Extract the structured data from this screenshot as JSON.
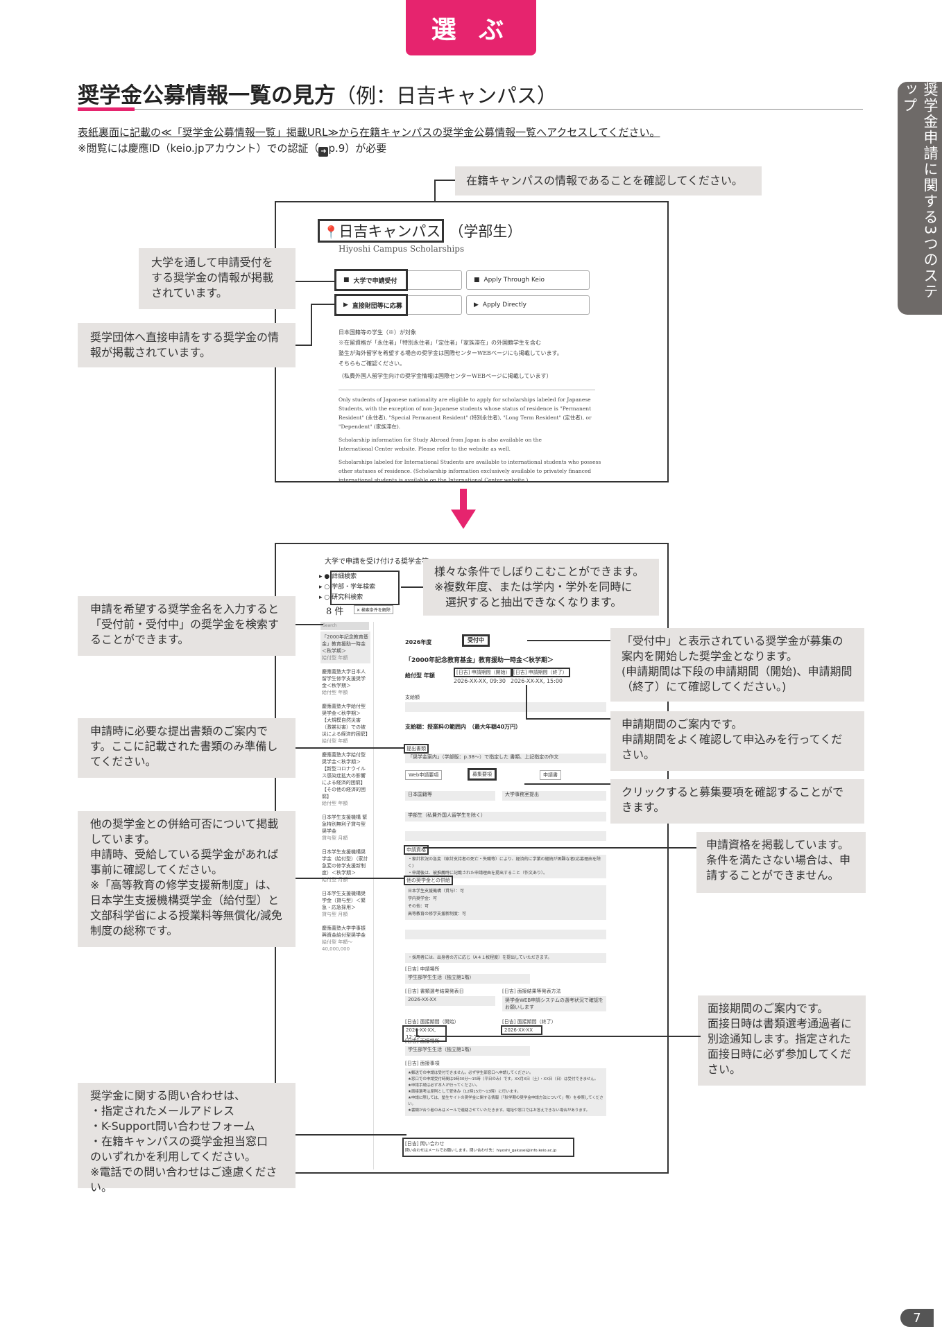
{
  "header": {
    "badge": "選 ぶ",
    "title": "奨学金公募情報一覧の見方",
    "title_sub": "（例：日吉キャンパス）",
    "side_tab": "奨学金申請に関する3つのステップ"
  },
  "intro": {
    "line1": "表紙裏面に記載の≪「奨学金公募情報一覧」掲載URL≫から在籍キャンパスの奨学金公募情報一覧へアクセスしてください。",
    "line2_pre": "※閲覧には慶應ID（keio.jpアカウント）での認証（",
    "line2_ref": "p.9）が必要"
  },
  "notes1": {
    "campus": "在籍キャンパスの情報であることを確認してください。",
    "university": "大学を通して申請受付をする奨学金の情報が掲載されています。",
    "direct": "奨学団体へ直接申請をする奨学金の情報が掲載されています。"
  },
  "screen1": {
    "campus_name": "日吉キャンパス",
    "campus_suffix": "（学部生）",
    "campus_en": "Hiyoshi Campus Scholarships",
    "btn_univ": "大学で申請受付",
    "btn_univ_en": "Apply Through Keio",
    "btn_direct": "直接財団等に応募",
    "btn_direct_en": "Apply Directly",
    "jp_lines": [
      "日本国籍等の学生（※）が対象",
      "※在留資格が「永住者」「特別永住者」「定住者」「家族滞在」の外国籍学生を含む",
      "塾生が海外留学を希望する場合の奨学金は国際センターWEBページにも掲載しています。",
      "そちらもご確認ください。",
      "（私費外国人留学生向けの奨学金情報は国際センターWEBページに掲載しています）"
    ],
    "en_lines": [
      "Only students of Japanese nationality are eligible to apply for scholarships labeled for Japanese",
      "Students, with the exception of non-Japanese students whose status of residence is \"Permanent",
      "Resident\" (永住者), \"Special Permanent Resident\" (特別永住者), \"Long Term Resident\" (定住者), or",
      "\"Dependent\" (家族滞在).",
      "Scholarship information for Study Abroad from Japan is also available on the",
      "International Center website. Please refer to the website as well.",
      "Scholarships labeled for International Students are available to international students who possess",
      "other statuses of residence. (Scholarship information exclusively available to privately financed",
      "international students is available on the International Center website.)"
    ]
  },
  "notes2": {
    "filter": "様々な条件でしぼりこむことができます。\n※複数年度、または学内・学外を同時に\n　選択すると抽出できなくなります。",
    "search": "申請を希望する奨学金名を入力すると「受付前・受付中」の奨学金を検索することができます。",
    "status": "「受付中」と表示されている奨学金が募集の案内を開始した奨学金となります。\n(申請期間は下段の申請期間（開始)、申請期間（終了）にて確認してください。)",
    "period": "申請期間のご案内です。\n申請期間をよく確認して申込みを行ってください。",
    "click": "クリックすると募集要項を確認することができます。",
    "docs": "申請時に必要な提出書類のご案内です。ここに記載された書類のみ準備してください。",
    "eligibility": "申請資格を掲載しています。\n条件を満たさない場合は、申請することができません。",
    "combine": "他の奨学金との併給可否について掲載しています。\n申請時、受給している奨学金があれば事前に確認してください。\n※「高等教育の修学支援新制度」は、日本学生支援機構奨学金（給付型）と文部科学省による授業料等無償化/減免制度の総称です。",
    "interview": "面接期間のご案内です。\n面接日時は書類選考通過者に別途通知します。指定された面接日時に必ず参加してください。",
    "contact": "奨学金に関する問い合わせは、\n・指定されたメールアドレス\n・K-Support問い合わせフォーム\n・在籍キャンパスの奨学金担当窓口\nのいずれかを利用してください。\n※電話での問い合わせはご遠慮ください。"
  },
  "screen2": {
    "heading": "大学で申請を受け付ける奨学金等",
    "filters": [
      "詳細検索",
      "学部・学年検索",
      "研究科検索"
    ],
    "count": "8 件",
    "clear": "✕ 検索条件を解除",
    "search_placeholder": "Search",
    "list": [
      {
        "name": "「2000年記念教育基金」教育援助一時金＜秋学期＞",
        "meta": "給付型 年額"
      },
      {
        "name": "慶應義塾大学日本人留学生修学支援奨学金＜秋学期＞",
        "meta": "給付型 年額"
      },
      {
        "name": "慶應義塾大学給付型奨学金＜秋学期＞【大規模自然災害（激甚災害）での被災による経済的困窮】",
        "meta": "給付型 年額"
      },
      {
        "name": "慶應義塾大学給付型奨学金＜秋学期＞【新型コロナウイルス感染症拡大の影響による経済的困窮】【その他の経済的困窮】",
        "meta": "給付型 年額"
      },
      {
        "name": "日本学生支援機構 緊急特別無利子貸与型奨学金",
        "meta": "貸与型 月額"
      },
      {
        "name": "日本学生支援機構奨学金（給付型）（家計急変の修学支援新制度）＜秋学期＞",
        "meta": "給付型 月額"
      },
      {
        "name": "日本学生支援機構奨学金（貸与型）＜緊急・応急採用＞",
        "meta": "貸与型 月額"
      },
      {
        "name": "慶應義塾大学学事振興資金給付型奨学金",
        "meta": "給付型 年額～40,000,000"
      }
    ],
    "detail": {
      "year": "2026年度",
      "status": "受付中",
      "name": "「2000年記念教育基金」教育援助一時金＜秋学期＞",
      "type": "給付型 年額",
      "start_label": "[日吉] 申請期間（開始）",
      "start": "2026-XX-XX, 09:30",
      "end_label": "[日吉] 申請期間（終了）",
      "end": "2026-XX-XX, 15:00",
      "amount_label": "支給額",
      "amount": "支給額：授業料の範囲内　（最大年額40万円）",
      "docs_label": "提出書類",
      "docs": "「奨学金案内」（学部版：p.38～）で指定した 書類、上記指定の作文",
      "web_btn": "Web申請要項",
      "guide_btn": "募集要項",
      "form_btn": "申請書",
      "target": "日本国籍等",
      "target2": "大学事務室提出",
      "target3": "学部生（私費外国人留学生を除く）",
      "elig_label": "申請資格",
      "elig1": "・家計状況の急変（家計支持者の死亡・失職等）により、経済的に学業の継続が困難な者(応募理由を除く)",
      "elig2": "・申請後は、被推薦時に記載された申請理由を提出すること（作文あり）。",
      "combine_label": "他の奨学金との併給",
      "combine_lines": [
        "日本学生支援機構（貸与）：可",
        "学内奨学金：可",
        "その他：可",
        "高等教育の修学支援新制度：可"
      ],
      "remarks": "・採用者には、出身者の方に応じ（A４１枚程度）を提出していただきます。",
      "place_label": "[日吉] 申請場所",
      "place": "学生部学生生活（独立館1階）",
      "date_label": "[日吉] 書類選考結果発表日",
      "date": "2026-XX-XX",
      "result_label": "[日吉] 面接結果等発表方法",
      "result": "奨学金WEB申請システムの選考状況で確認をお願いします",
      "int_start_label": "[日吉] 面接期間（開始）",
      "int_start": "2026-XX-XX, 12:15",
      "int_end_label": "[日吉] 面接期間（終了）",
      "int_end": "2026-XX-XX",
      "int_place_label": "[日吉] 面接場所",
      "int_place": "学生部学生生活（独立館1階）",
      "notes_label": "[日吉] 面接事項",
      "notes": [
        "★郵送での申請は受付できません。必ず学生部窓口へ申請してください。",
        "★窓口での申請受付時間は9時30分～15時（平日のみ）です。XX月X日（土）・XX日（日）は受付できません。",
        "★申請手続は必ず本人が行ってください。",
        "★面接選考は原則として昼休み（12時15分～13時）に行います。",
        "★申請に際しては、塾生サイトの奨学金に関する情報（「秋学期の奨学金申請方法について」等）を参照してください。",
        "★書類が合う者のみはメールで連絡させていただきます。電話や窓口ではお答えできない場合があります。"
      ],
      "inq_label": "[日吉] 問い合わせ",
      "inq": "問い合わせはメールでお願いします。問い合わせ先：hiyoshi_gakusei@info.keio.ac.jp"
    }
  },
  "page_number": "7"
}
